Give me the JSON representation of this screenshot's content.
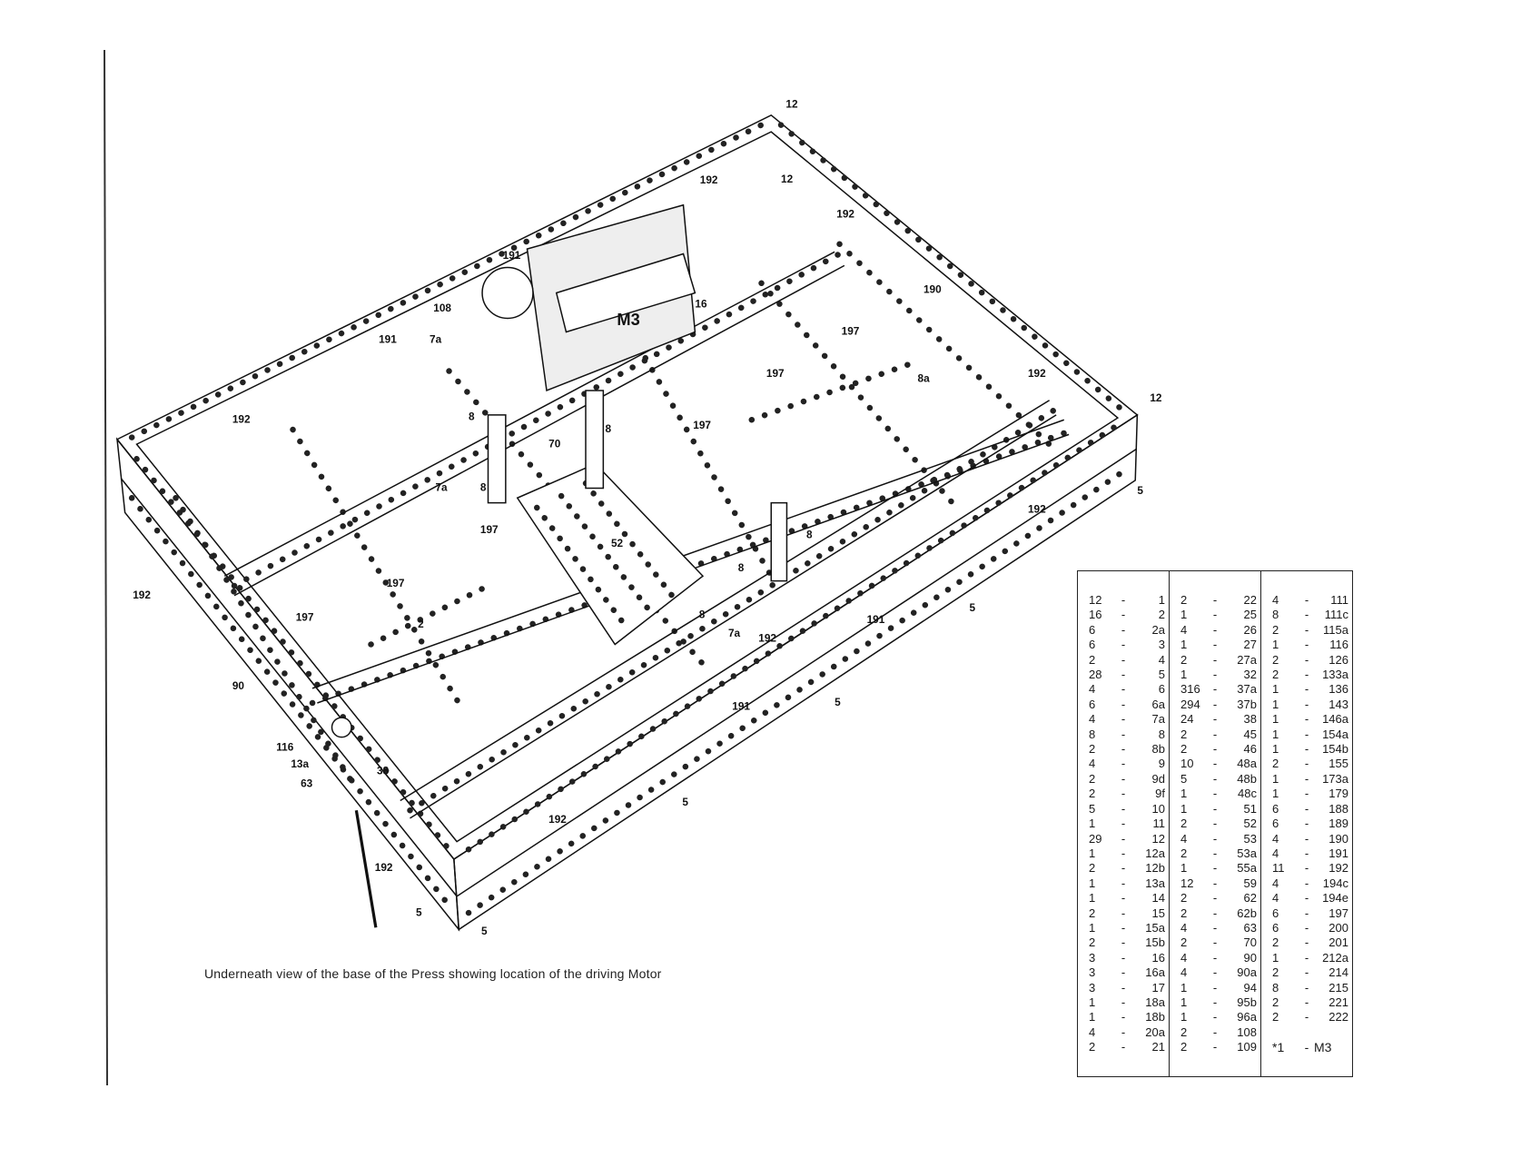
{
  "caption": "Underneath view of the base of the Press showing location  of the driving Motor",
  "diagram_labels": [
    "12",
    "12",
    "192",
    "192",
    "191",
    "16",
    "M3",
    "108",
    "191",
    "7a",
    "197",
    "190",
    "197",
    "8a",
    "192",
    "12",
    "192",
    "8",
    "197",
    "8",
    "70",
    "8",
    "7a",
    "197",
    "192",
    "5",
    "8",
    "52",
    "8",
    "197",
    "192",
    "197",
    "2",
    "8",
    "7a",
    "192",
    "191",
    "5",
    "90",
    "191",
    "5",
    "116",
    "13a",
    "63",
    "38",
    "5",
    "192",
    "192",
    "5",
    "5"
  ],
  "parts_list": {
    "separator": "-",
    "columns": [
      [
        [
          "12",
          "1"
        ],
        [
          "16",
          "2"
        ],
        [
          "6",
          "2a"
        ],
        [
          "6",
          "3"
        ],
        [
          "2",
          "4"
        ],
        [
          "28",
          "5"
        ],
        [
          "4",
          "6"
        ],
        [
          "6",
          "6a"
        ],
        [
          "4",
          "7a"
        ],
        [
          "8",
          "8"
        ],
        [
          "2",
          "8b"
        ],
        [
          "4",
          "9"
        ],
        [
          "2",
          "9d"
        ],
        [
          "2",
          "9f"
        ],
        [
          "5",
          "10"
        ],
        [
          "1",
          "11"
        ],
        [
          "29",
          "12"
        ],
        [
          "1",
          "12a"
        ],
        [
          "2",
          "12b"
        ],
        [
          "1",
          "13a"
        ],
        [
          "1",
          "14"
        ],
        [
          "2",
          "15"
        ],
        [
          "1",
          "15a"
        ],
        [
          "2",
          "15b"
        ],
        [
          "3",
          "16"
        ],
        [
          "3",
          "16a"
        ],
        [
          "3",
          "17"
        ],
        [
          "1",
          "18a"
        ],
        [
          "1",
          "18b"
        ],
        [
          "4",
          "20a"
        ],
        [
          "2",
          "21"
        ]
      ],
      [
        [
          "2",
          "22"
        ],
        [
          "1",
          "25"
        ],
        [
          "4",
          "26"
        ],
        [
          "1",
          "27"
        ],
        [
          "2",
          "27a"
        ],
        [
          "1",
          "32"
        ],
        [
          "316",
          "37a"
        ],
        [
          "294",
          "37b"
        ],
        [
          "24",
          "38"
        ],
        [
          "2",
          "45"
        ],
        [
          "2",
          "46"
        ],
        [
          "10",
          "48a"
        ],
        [
          "5",
          "48b"
        ],
        [
          "1",
          "48c"
        ],
        [
          "1",
          "51"
        ],
        [
          "2",
          "52"
        ],
        [
          "4",
          "53"
        ],
        [
          "2",
          "53a"
        ],
        [
          "1",
          "55a"
        ],
        [
          "12",
          "59"
        ],
        [
          "2",
          "62"
        ],
        [
          "2",
          "62b"
        ],
        [
          "4",
          "63"
        ],
        [
          "2",
          "70"
        ],
        [
          "4",
          "90"
        ],
        [
          "4",
          "90a"
        ],
        [
          "1",
          "94"
        ],
        [
          "1",
          "95b"
        ],
        [
          "1",
          "96a"
        ],
        [
          "2",
          "108"
        ],
        [
          "2",
          "109"
        ]
      ],
      [
        [
          "4",
          "111"
        ],
        [
          "8",
          "111c"
        ],
        [
          "2",
          "115a"
        ],
        [
          "1",
          "116"
        ],
        [
          "2",
          "126"
        ],
        [
          "2",
          "133a"
        ],
        [
          "1",
          "136"
        ],
        [
          "1",
          "143"
        ],
        [
          "1",
          "146a"
        ],
        [
          "1",
          "154a"
        ],
        [
          "1",
          "154b"
        ],
        [
          "2",
          "155"
        ],
        [
          "1",
          "173a"
        ],
        [
          "1",
          "179"
        ],
        [
          "6",
          "188"
        ],
        [
          "6",
          "189"
        ],
        [
          "4",
          "190"
        ],
        [
          "4",
          "191"
        ],
        [
          "11",
          "192"
        ],
        [
          "4",
          "194c"
        ],
        [
          "4",
          "194e"
        ],
        [
          "6",
          "197"
        ],
        [
          "6",
          "200"
        ],
        [
          "2",
          "201"
        ],
        [
          "1",
          "212a"
        ],
        [
          "2",
          "214"
        ],
        [
          "8",
          "215"
        ],
        [
          "2",
          "221"
        ],
        [
          "2",
          "222"
        ]
      ]
    ],
    "motor_entry": {
      "qty": "*1",
      "part": "M3"
    }
  }
}
